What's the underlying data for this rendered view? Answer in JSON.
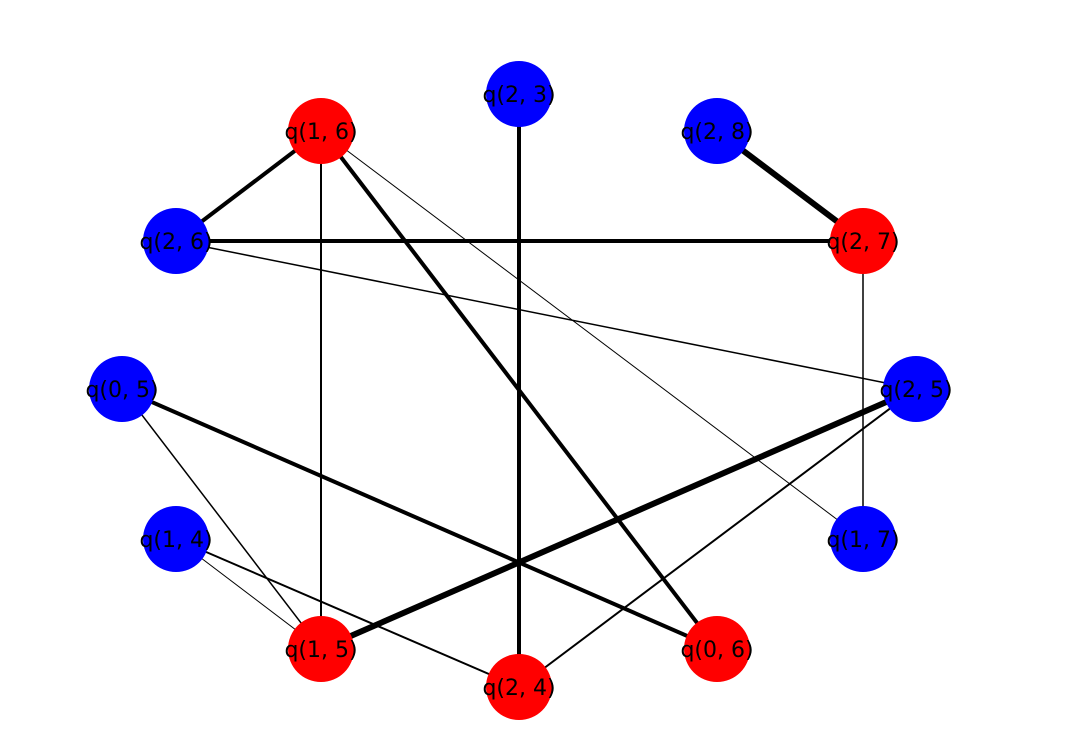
{
  "graph": {
    "nodes": [
      {
        "id": "q23",
        "label": "q(2, 3)",
        "color": "#0000ff"
      },
      {
        "id": "q16",
        "label": "q(1, 6)",
        "color": "#ff0000"
      },
      {
        "id": "q28",
        "label": "q(2, 8)",
        "color": "#0000ff"
      },
      {
        "id": "q26",
        "label": "q(2, 6)",
        "color": "#0000ff"
      },
      {
        "id": "q27",
        "label": "q(2, 7)",
        "color": "#ff0000"
      },
      {
        "id": "q05",
        "label": "q(0, 5)",
        "color": "#0000ff"
      },
      {
        "id": "q25",
        "label": "q(2, 5)",
        "color": "#0000ff"
      },
      {
        "id": "q14",
        "label": "q(1, 4)",
        "color": "#0000ff"
      },
      {
        "id": "q17",
        "label": "q(1, 7)",
        "color": "#0000ff"
      },
      {
        "id": "q15",
        "label": "q(1, 5)",
        "color": "#ff0000"
      },
      {
        "id": "q06",
        "label": "q(0, 6)",
        "color": "#ff0000"
      },
      {
        "id": "q24",
        "label": "q(2, 4)",
        "color": "#ff0000"
      }
    ],
    "edges": [
      {
        "source": "q16",
        "target": "q26",
        "weight": 4
      },
      {
        "source": "q16",
        "target": "q15",
        "weight": 2
      },
      {
        "source": "q16",
        "target": "q06",
        "weight": 4
      },
      {
        "source": "q16",
        "target": "q17",
        "weight": 1
      },
      {
        "source": "q23",
        "target": "q24",
        "weight": 4
      },
      {
        "source": "q28",
        "target": "q27",
        "weight": 6
      },
      {
        "source": "q26",
        "target": "q27",
        "weight": 4
      },
      {
        "source": "q26",
        "target": "q25",
        "weight": 1.5
      },
      {
        "source": "q27",
        "target": "q17",
        "weight": 1.5
      },
      {
        "source": "q05",
        "target": "q06",
        "weight": 4
      },
      {
        "source": "q05",
        "target": "q15",
        "weight": 1.5
      },
      {
        "source": "q25",
        "target": "q15",
        "weight": 6
      },
      {
        "source": "q25",
        "target": "q24",
        "weight": 2
      },
      {
        "source": "q14",
        "target": "q15",
        "weight": 1
      },
      {
        "source": "q14",
        "target": "q24",
        "weight": 2
      }
    ]
  }
}
